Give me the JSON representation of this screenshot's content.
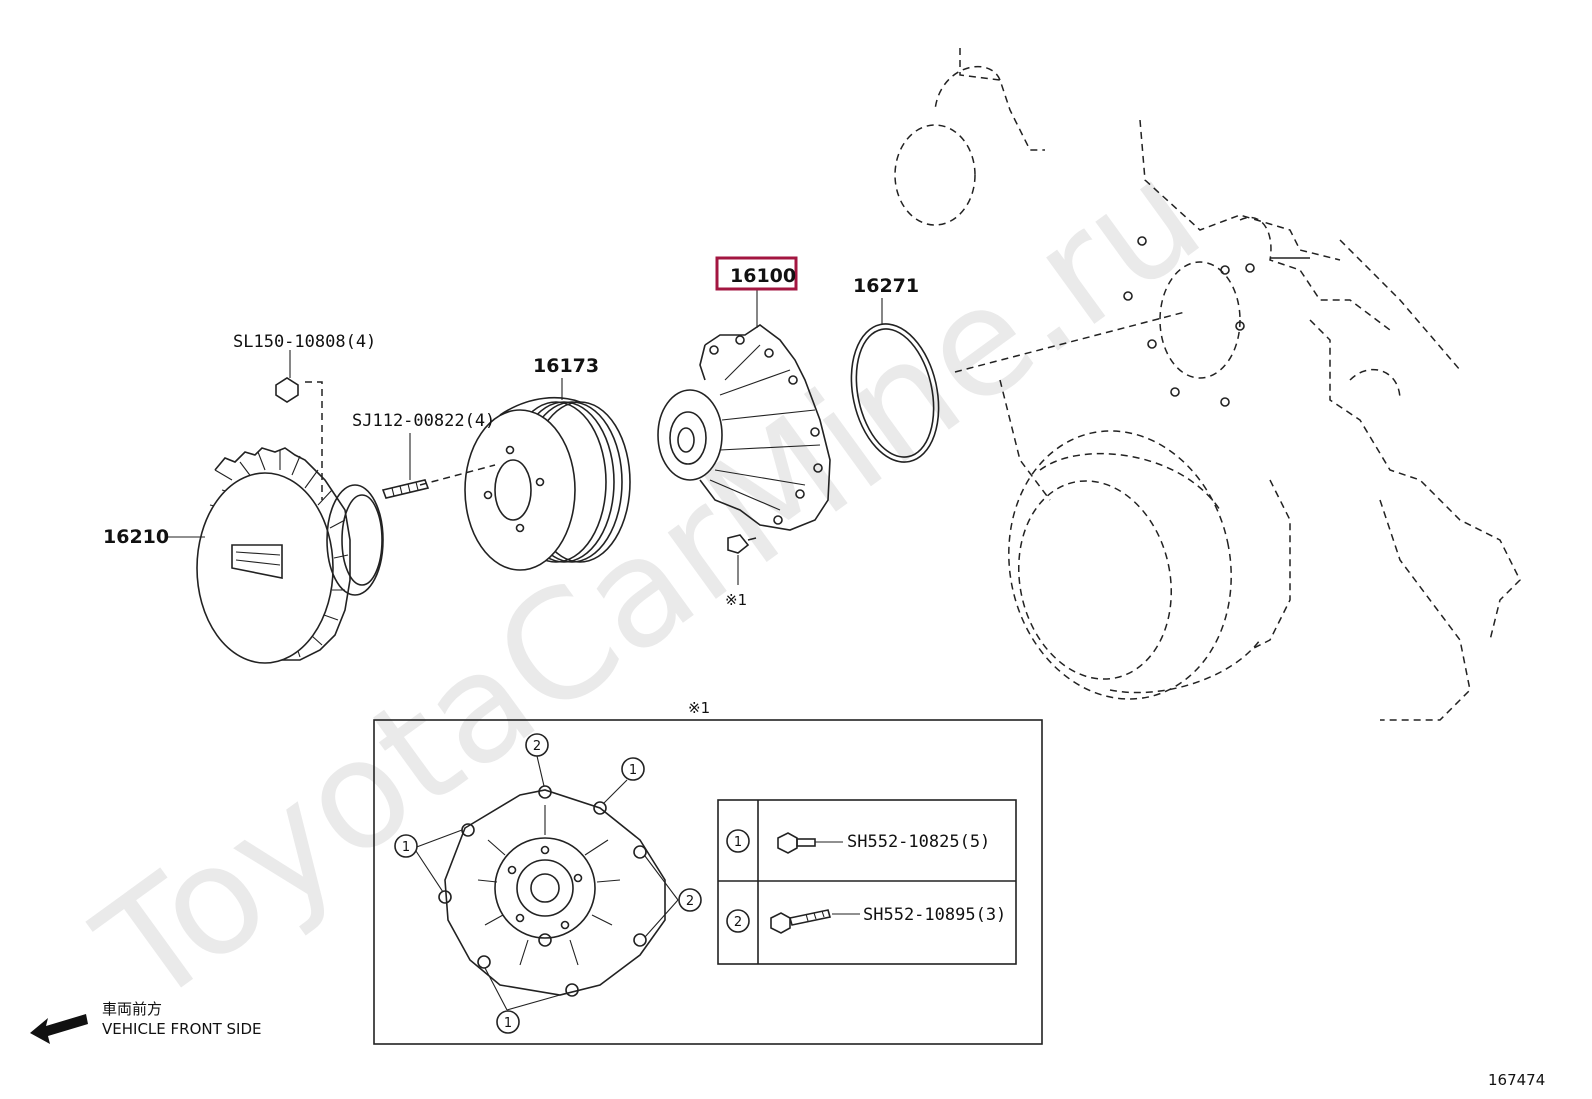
{
  "watermark": "ToyotaCarMine.ru",
  "parts": {
    "water_pump": "16100",
    "gasket": "16271",
    "pulley": "16173",
    "fan_clutch": "16210",
    "nut": "SL150-10808(4)",
    "stud": "SJ112-00822(4)"
  },
  "note_ref": "※1",
  "detail_box": {
    "title": "※1",
    "callouts": [
      "1",
      "2"
    ],
    "bolts": [
      {
        "circle": "1",
        "code": "SH552-10825(5)"
      },
      {
        "circle": "2",
        "code": "SH552-10895(3)"
      }
    ]
  },
  "front_side": {
    "jp": "車両前方",
    "en": "VEHICLE FRONT SIDE"
  },
  "figure_number": "167474",
  "colors": {
    "highlight": "#a31640",
    "line": "#222222"
  }
}
